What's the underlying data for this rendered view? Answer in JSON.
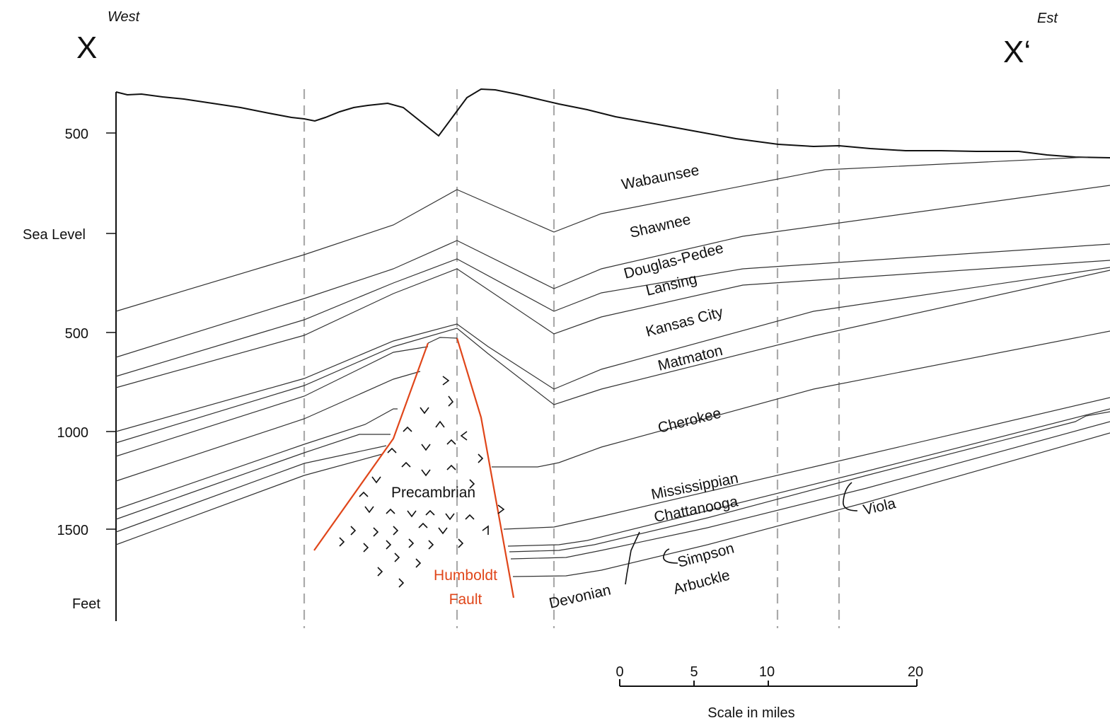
{
  "section": {
    "left_label": "X",
    "right_label": "X‘",
    "left_direction": "West",
    "right_direction": "Est"
  },
  "axis": {
    "labels": [
      "500",
      "Sea Level",
      "500",
      "1000",
      "1500",
      "Feet"
    ]
  },
  "formations": [
    "Wabaunsee",
    "Shawnee",
    "Douglas-Pedee",
    "Lansing",
    "Kansas City",
    "Matmaton",
    "Cherokee",
    "Mississippian",
    "Chattanooga",
    "Viola",
    "Simpson",
    "Arbuckle",
    "Devonian",
    "Precambrian"
  ],
  "fault": {
    "line1": "Humboldt",
    "line2": "Fault",
    "color": "#e0461a"
  },
  "scale_bar": {
    "ticks": [
      "0",
      "5",
      "10",
      "20"
    ],
    "caption": "Scale in miles"
  }
}
